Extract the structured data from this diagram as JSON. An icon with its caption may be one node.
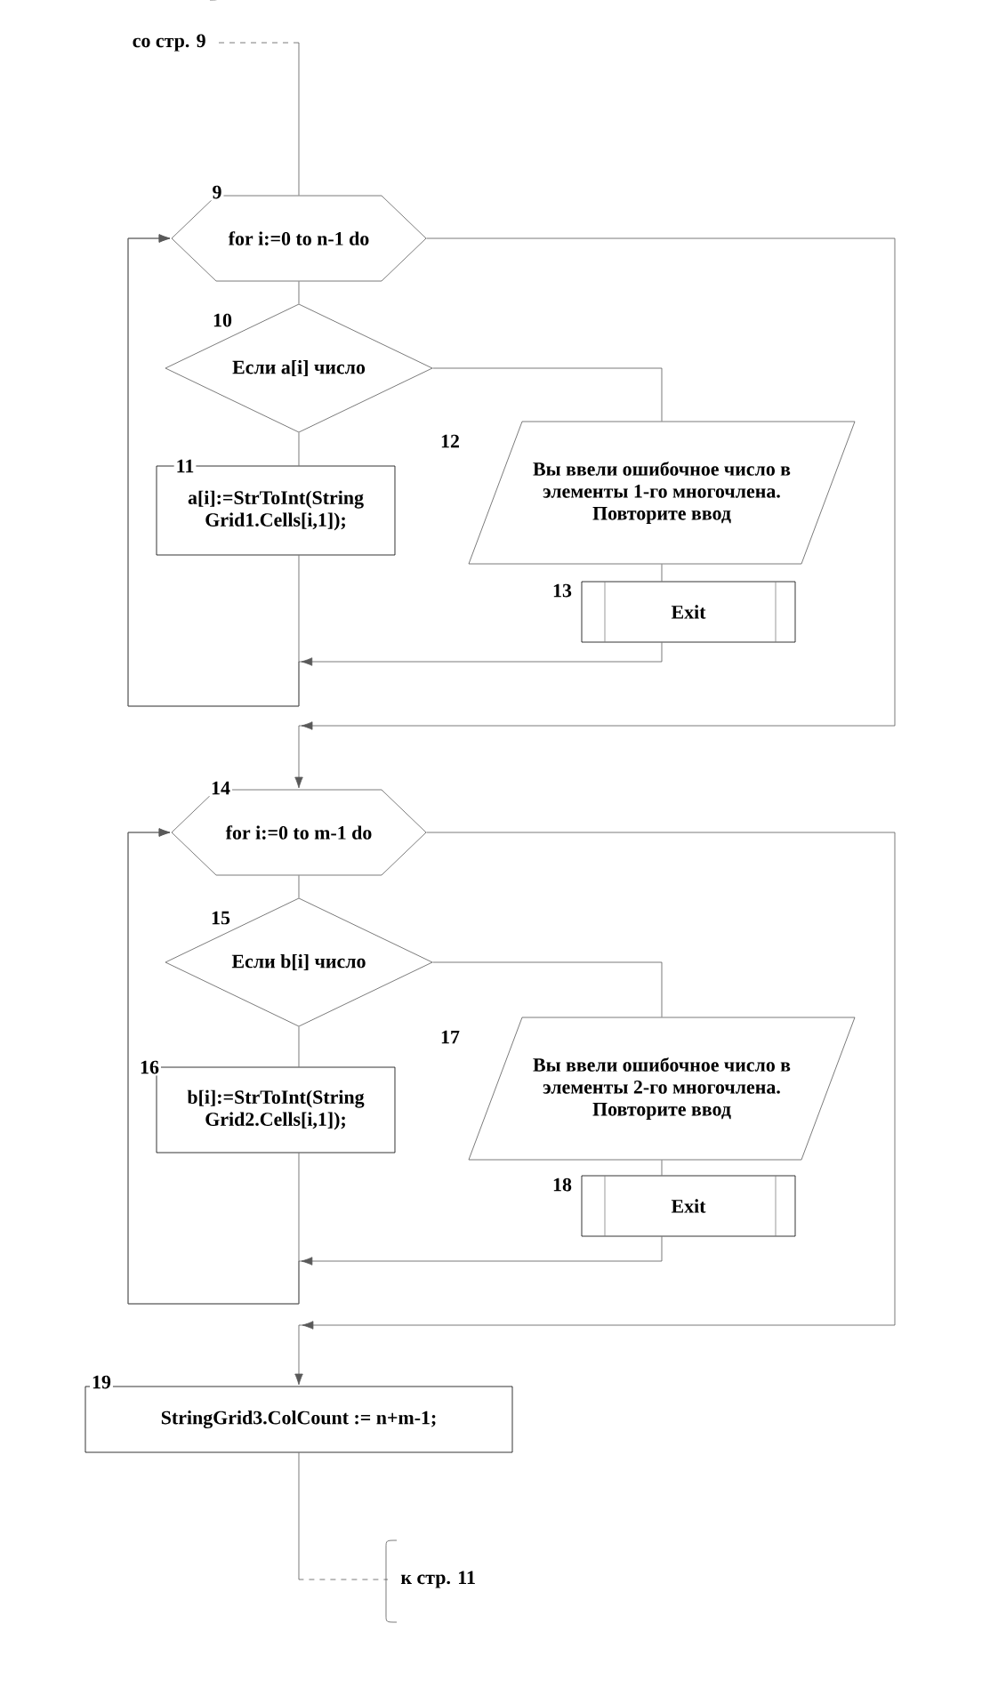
{
  "diagram": {
    "nodes": [
      {
        "text": [
          "со стр. 9"
        ]
      },
      {
        "text": [
          "for i:=0 to n-1 do"
        ],
        "beside": [
          "9"
        ]
      },
      {
        "text": [
          "Если a[i] число"
        ],
        "beside": [
          "10"
        ]
      },
      {
        "text": [
          "a[i]:=StrToInt(String Grid1.Cells[i,1]);"
        ],
        "beside": [
          "11"
        ]
      },
      {
        "text": [
          "Вы ввели ошибочное число в элементы 1-го многочлена. Повторите ввод"
        ],
        "beside": [
          "12"
        ]
      },
      {
        "text": [
          "Exit"
        ],
        "beside": [
          "13"
        ]
      },
      {
        "text": [
          "for i:=0 to m-1 do"
        ],
        "beside": [
          "14"
        ]
      },
      {
        "text": [
          "Если b[i] число"
        ],
        "beside": [
          "15"
        ]
      },
      {
        "text": [
          "b[i]:=StrToInt(String Grid2.Cells[i,1]);"
        ],
        "beside": [
          "16"
        ]
      },
      {
        "text": [
          "Вы ввели ошибочное число в элементы 2-го многочлена. Повторите ввод"
        ],
        "beside": [
          "17"
        ]
      },
      {
        "text": [
          "Exit"
        ],
        "beside": [
          "18"
        ]
      },
      {
        "text": [
          "StringGrid3.ColCount := n+m-1;"
        ],
        "beside": [
          "19"
        ]
      },
      {
        "text": [
          "к стр. 11"
        ]
      }
    ],
    "edges": [
      {
        "from": 0,
        "to": 1,
        "arrow": "none",
        "style": "dashed"
      },
      {
        "from": 1,
        "to": 2,
        "arrow": "none"
      },
      {
        "from": 2,
        "to": 3,
        "arrow": "none"
      },
      {
        "from": 2,
        "to": 4,
        "arrow": "none"
      },
      {
        "from": 4,
        "to": 5,
        "arrow": "none"
      },
      {
        "from": 3,
        "to": 1,
        "arrow": "to"
      },
      {
        "from": 5,
        "to": 1,
        "arrow": "to"
      },
      {
        "from": 1,
        "to": 6,
        "arrow": "to"
      },
      {
        "from": 6,
        "to": 7,
        "arrow": "none"
      },
      {
        "from": 7,
        "to": 8,
        "arrow": "none"
      },
      {
        "from": 7,
        "to": 9,
        "arrow": "none"
      },
      {
        "from": 9,
        "to": 10,
        "arrow": "none"
      },
      {
        "from": 8,
        "to": 6,
        "arrow": "to"
      },
      {
        "from": 10,
        "to": 6,
        "arrow": "to"
      },
      {
        "from": 6,
        "to": 11,
        "arrow": "to"
      },
      {
        "from": 11,
        "to": 12,
        "arrow": "none",
        "style": "dashed"
      }
    ]
  }
}
